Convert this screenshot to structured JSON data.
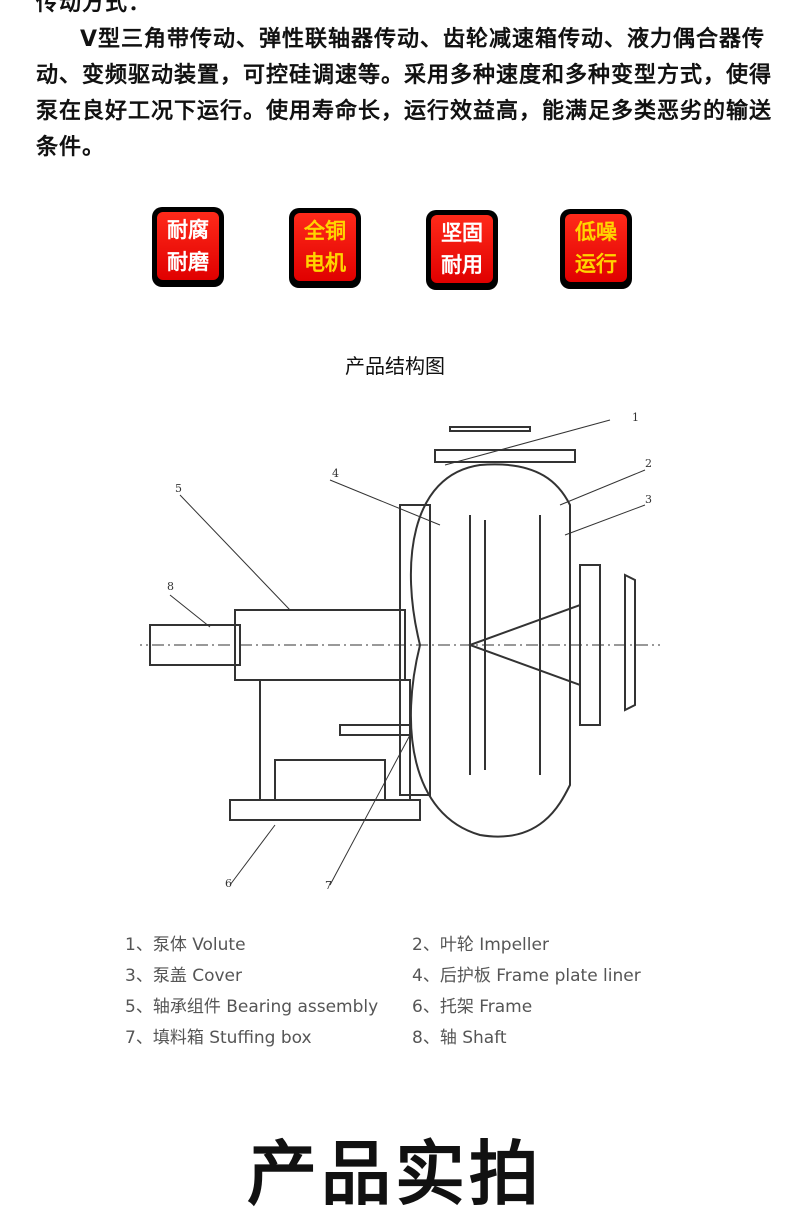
{
  "intro": {
    "heading": "传动方式：",
    "text": "V型三角带传动、弹性联轴器传动、齿轮减速箱传动、液力偶合器传动、变频驱动装置，可控硅调速等。采用多种速度和多种变型方式，使得泵在良好工况下运行。使用寿命长，运行效益高，能满足多类恶劣的输送条件。"
  },
  "badges": [
    {
      "l1": "耐腐",
      "l2": "耐磨"
    },
    {
      "l1": "全铜",
      "l2": "电机"
    },
    {
      "l1": "坚固",
      "l2": "耐用"
    },
    {
      "l1": "低噪",
      "l2": "运行"
    }
  ],
  "figure": {
    "title": "产品结构图",
    "callouts": [
      "1",
      "2",
      "3",
      "4",
      "5",
      "6",
      "7",
      "8"
    ]
  },
  "legend": [
    "1、泵体 Volute",
    "2、叶轮 Impeller",
    "3、泵盖 Cover",
    "4、后护板 Frame plate liner",
    "5、轴承组件  Bearing assembly",
    "6、托架 Frame",
    "7、填料箱 Stuffing box",
    "8、轴  Shaft"
  ],
  "section_title": "产品实拍"
}
